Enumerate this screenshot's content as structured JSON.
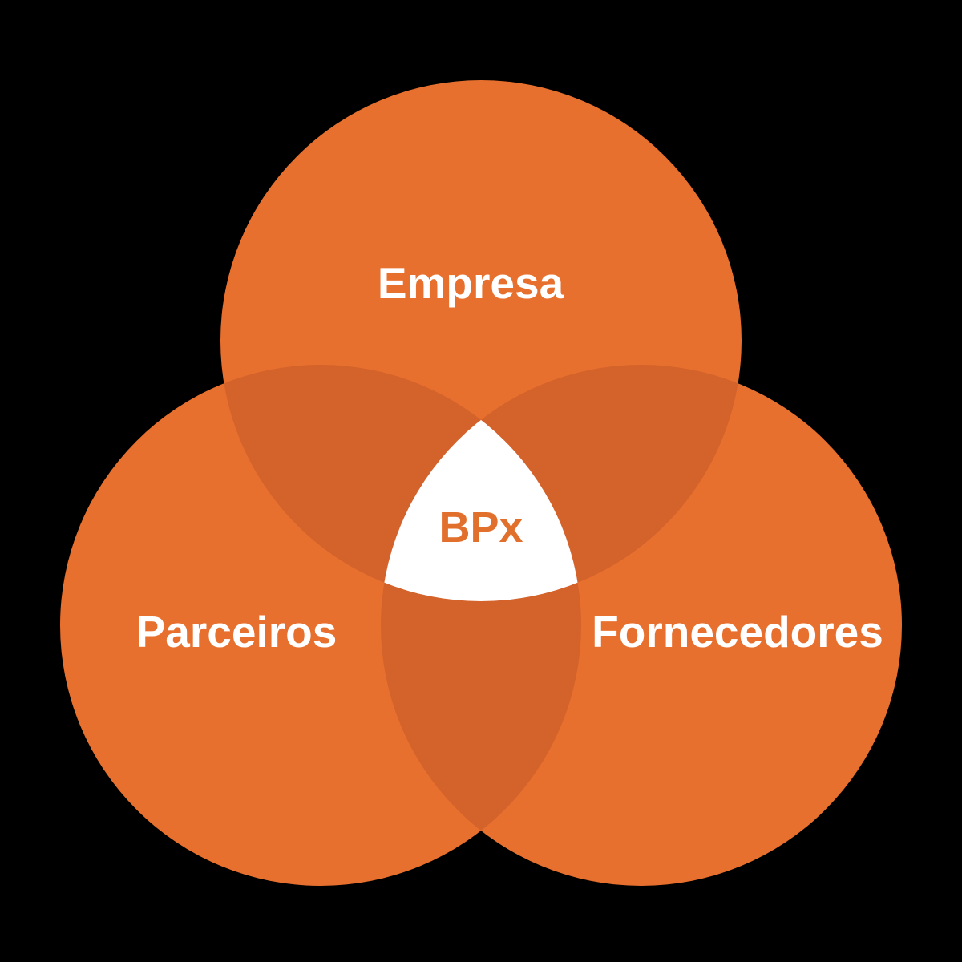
{
  "diagram": {
    "type": "venn-3-circles",
    "sets": [
      {
        "id": "empresa",
        "label": "Empresa"
      },
      {
        "id": "parceiros",
        "label": "Parceiros"
      },
      {
        "id": "fornecedores",
        "label": "Fornecedores"
      }
    ],
    "center_intersection_label": "BPx"
  },
  "colors": {
    "background": "#000000",
    "circle-fill": "#E8702E",
    "overlap-fill": "#D4622B",
    "center-fill": "#FFFFFF",
    "center-text": "#E2702D",
    "label-text": "#FFFFFF"
  }
}
